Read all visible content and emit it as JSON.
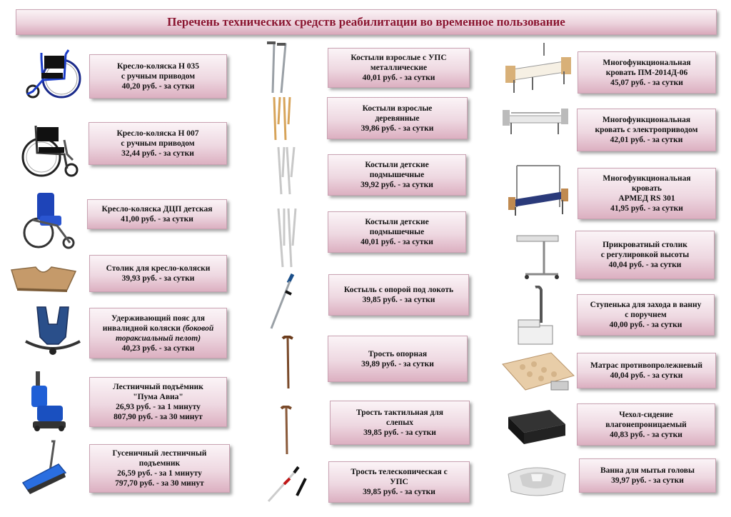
{
  "title": "Перечень технических средств реабилитации во временное пользование",
  "left": [
    {
      "lines": [
        "Кресло-коляска Н 035",
        "с ручным приводом",
        "40,20 руб. - за сутки"
      ]
    },
    {
      "lines": [
        "Кресло-коляска Н 007",
        "с ручным приводом",
        "32,44 руб. - за сутки"
      ]
    },
    {
      "lines": [
        "Кресло-коляска ДЦП детская",
        "41,00 руб. - за сутки"
      ]
    },
    {
      "lines": [
        "Столик для кресло-коляски",
        "39,93 руб. - за сутки"
      ]
    },
    {
      "line1": "Удерживающий пояс для",
      "line2a": "инвалидной коляски ",
      "line2b": "(боковой",
      "line3": "тораксиальный пелот)",
      "line4": "40,23 руб. - за сутки"
    },
    {
      "lines": [
        "Лестничный подъёмник",
        "\"Пума Авиа\"",
        "26,93 руб. - за 1 минуту",
        "807,90 руб. - за 30 минут"
      ]
    },
    {
      "lines": [
        "Гусеничный лестничный",
        "подъемник",
        "26,59 руб. - за 1 минуту",
        "797,70 руб. - за 30 минут"
      ]
    }
  ],
  "middle": [
    {
      "lines": [
        "Костыли взрослые с УПС",
        "металлические",
        "40,01 руб. - за сутки"
      ]
    },
    {
      "lines": [
        "Костыли взрослые",
        "деревянные",
        "39,86 руб. - за сутки"
      ]
    },
    {
      "lines": [
        "Костыли детские",
        "подмышечные",
        "39,92 руб. - за сутки"
      ]
    },
    {
      "lines": [
        "Костыли детские",
        "подмышечные",
        "40,01 руб. - за сутки"
      ]
    },
    {
      "lines": [
        "Костыль с опорой под локоть",
        "39,85 руб. - за сутки"
      ]
    },
    {
      "lines": [
        "Трость опорная",
        "39,89 руб. - за сутки"
      ]
    },
    {
      "lines": [
        "Трость тактильная для",
        "слепых",
        "39,85 руб. - за сутки"
      ]
    },
    {
      "lines": [
        "Трость телескопическая с",
        "УПС",
        "39,85 руб. - за сутки"
      ]
    }
  ],
  "right": [
    {
      "lines": [
        "Многофункциональная",
        "кровать ПМ-2014Д-06",
        "45,07 руб. - за сутки"
      ]
    },
    {
      "lines": [
        "Многофункциональная",
        "кровать с электроприводом",
        "42,01 руб. - за сутки"
      ]
    },
    {
      "lines": [
        "Многофункциональная",
        "кровать",
        "АРМЕД RS 301",
        "41,95 руб. - за сутки"
      ]
    },
    {
      "lines": [
        "Прикроватный столик",
        "с регулировкой высоты",
        "40,04 руб. - за сутки"
      ]
    },
    {
      "lines": [
        "Ступенька для захода в ванну",
        "с поручнем",
        "40,00 руб. - за сутки"
      ]
    },
    {
      "lines": [
        "Матрас противопролежневый",
        "40,04 руб. - за сутки"
      ]
    },
    {
      "lines": [
        "Чехол-сидение",
        "влагонепроницаемый",
        "40,83 руб. - за сутки"
      ]
    },
    {
      "lines": [
        "Ванна для мытья головы",
        "39,97 руб. - за сутки"
      ]
    }
  ],
  "pictures": {
    "left": [
      "wheelchair-h035-image",
      "wheelchair-h007-image",
      "child-wheelchair-image",
      "wheelchair-tray-image",
      "restraint-belt-image",
      "stair-lift-image",
      "tracked-stair-lift-image"
    ],
    "middle": [
      "metal-crutches-image",
      "wooden-crutches-image",
      "child-crutches-image",
      "child-crutches-2-image",
      "forearm-crutch-image",
      "walking-cane-image",
      "tactile-cane-image",
      "telescopic-cane-image"
    ],
    "right": [
      "bed-pm2014-image",
      "electric-bed-image",
      "armed-bed-image",
      "overbed-table-image",
      "bath-step-image",
      "anti-bedsore-mattress-image",
      "waterproof-seat-cover-image",
      "hair-wash-basin-image"
    ]
  },
  "colors": {
    "title_text": "#8a1530",
    "card_top": "#fbf4f7",
    "card_bottom": "#dcb0c1",
    "border": "#c9a2b2"
  }
}
